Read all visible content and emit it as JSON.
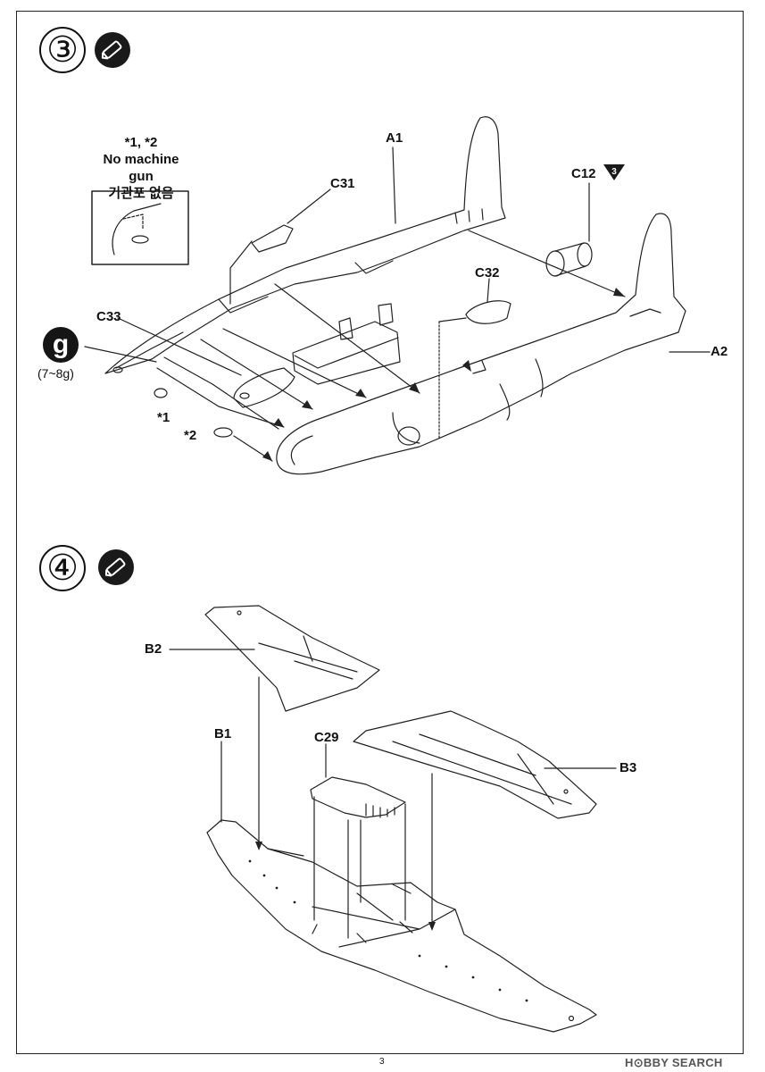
{
  "steps": [
    {
      "number": "③"
    },
    {
      "number": "④"
    }
  ],
  "icons": {
    "glue": "glue-pen-icon",
    "paint": "paint-badge-icon",
    "color_ref": "3"
  },
  "step3": {
    "parts": {
      "a1": "A1",
      "a2": "A2",
      "c12": "C12",
      "c31": "C31",
      "c32": "C32",
      "c33": "C33"
    },
    "note_marks": "*1, *2",
    "note_en": "No machine gun",
    "note_ko": "기관포 없음",
    "mark1": "*1",
    "mark2": "*2",
    "paint_code": "g",
    "paint_mix": "(7~8g)"
  },
  "step4": {
    "parts": {
      "b1": "B1",
      "b2": "B2",
      "b3": "B3",
      "c29": "C29"
    }
  },
  "footer": {
    "page": "3",
    "brand": "H⊙BBY SEARCH"
  }
}
